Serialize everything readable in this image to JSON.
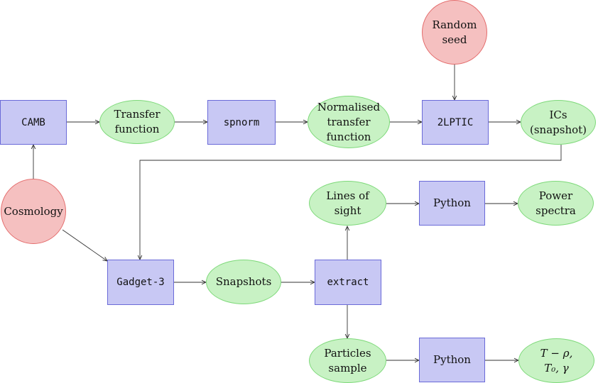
{
  "nodes": {
    "camb": "CAMB",
    "transfer_function": "Transfer\nfunction",
    "spnorm": "spnorm",
    "normalised_transfer_function": "Normalised\ntransfer\nfunction",
    "twolptic": "2LPTIC",
    "random_seed": "Random\nseed",
    "ics_snapshot": "ICs\n(snapshot)",
    "cosmology": "Cosmology",
    "gadget3": "Gadget-3",
    "snapshots": "Snapshots",
    "extract": "extract",
    "lines_of_sight": "Lines of\nsight",
    "python_top": "Python",
    "power_spectra": "Power\nspectra",
    "particles_sample": "Particles\nsample",
    "python_bottom": "Python",
    "t_rho_t0_gamma": "T − ρ,\nT₀, γ"
  },
  "colors": {
    "box_fill": "#c8c8f4",
    "box_stroke": "#6a6ad8",
    "ellipse_fill": "#c8f2c4",
    "ellipse_stroke": "#7ed97a",
    "circle_fill": "#f5c0c0",
    "circle_stroke": "#e46c6c",
    "arrow": "#333333"
  }
}
